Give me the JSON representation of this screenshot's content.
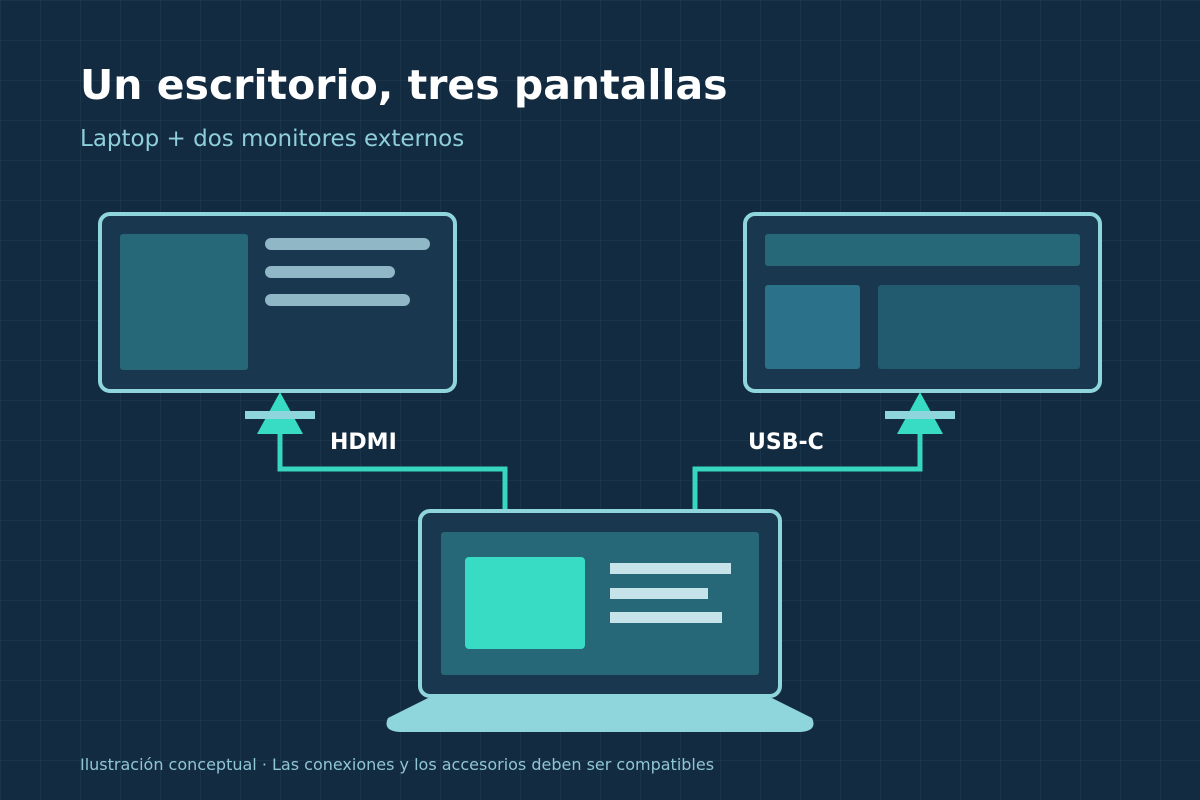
{
  "header": {
    "title": "Un escritorio, tres pantallas",
    "subtitle": "Laptop + dos monitores externos"
  },
  "connections": {
    "left_label": "HDMI",
    "right_label": "USB-C"
  },
  "footer": {
    "note": "Ilustración conceptual · Las conexiones y los accesorios deben ser compatibles"
  },
  "colors": {
    "background": "#132b40",
    "device_frame": "#8fd6dc",
    "screen": "#19384f",
    "cable": "#36d6bf",
    "accent": "#38dcc4",
    "text_primary": "#ffffff",
    "text_secondary": "#8fcfdc"
  },
  "icons": {
    "left_device": "monitor-icon",
    "right_device": "monitor-icon",
    "center_device": "laptop-icon",
    "connectors": "connector-icon"
  }
}
